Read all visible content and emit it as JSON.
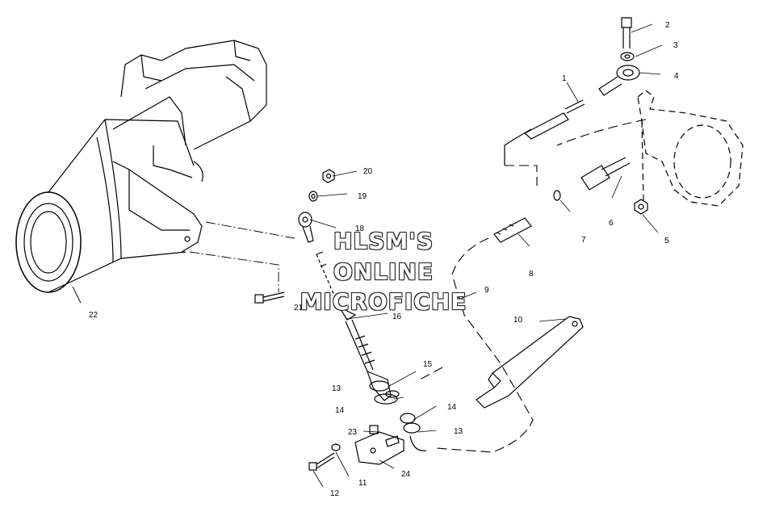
{
  "watermark": {
    "line1": "HLSM'S",
    "line2": "ONLINE",
    "line3": "MICROFICHE"
  },
  "callouts": [
    "1",
    "2",
    "3",
    "4",
    "5",
    "6",
    "7",
    "8",
    "9",
    "10",
    "11",
    "12",
    "13",
    "13",
    "14",
    "14",
    "15",
    "16",
    "18",
    "19",
    "20",
    "21",
    "22",
    "23",
    "24"
  ]
}
